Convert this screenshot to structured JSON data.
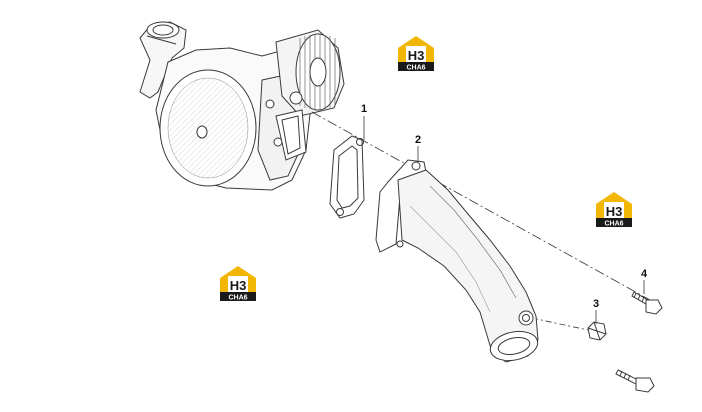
{
  "callouts": [
    {
      "id": "1",
      "label": "1"
    },
    {
      "id": "2",
      "label": "2"
    },
    {
      "id": "3",
      "label": "3"
    },
    {
      "id": "4",
      "label": "4"
    }
  ],
  "watermark": {
    "main": "H3",
    "sub": "CHA6"
  },
  "colors": {
    "line": "#3a3a3a",
    "logo_yellow": "#f2b705",
    "logo_dark": "#1a1a1a"
  }
}
